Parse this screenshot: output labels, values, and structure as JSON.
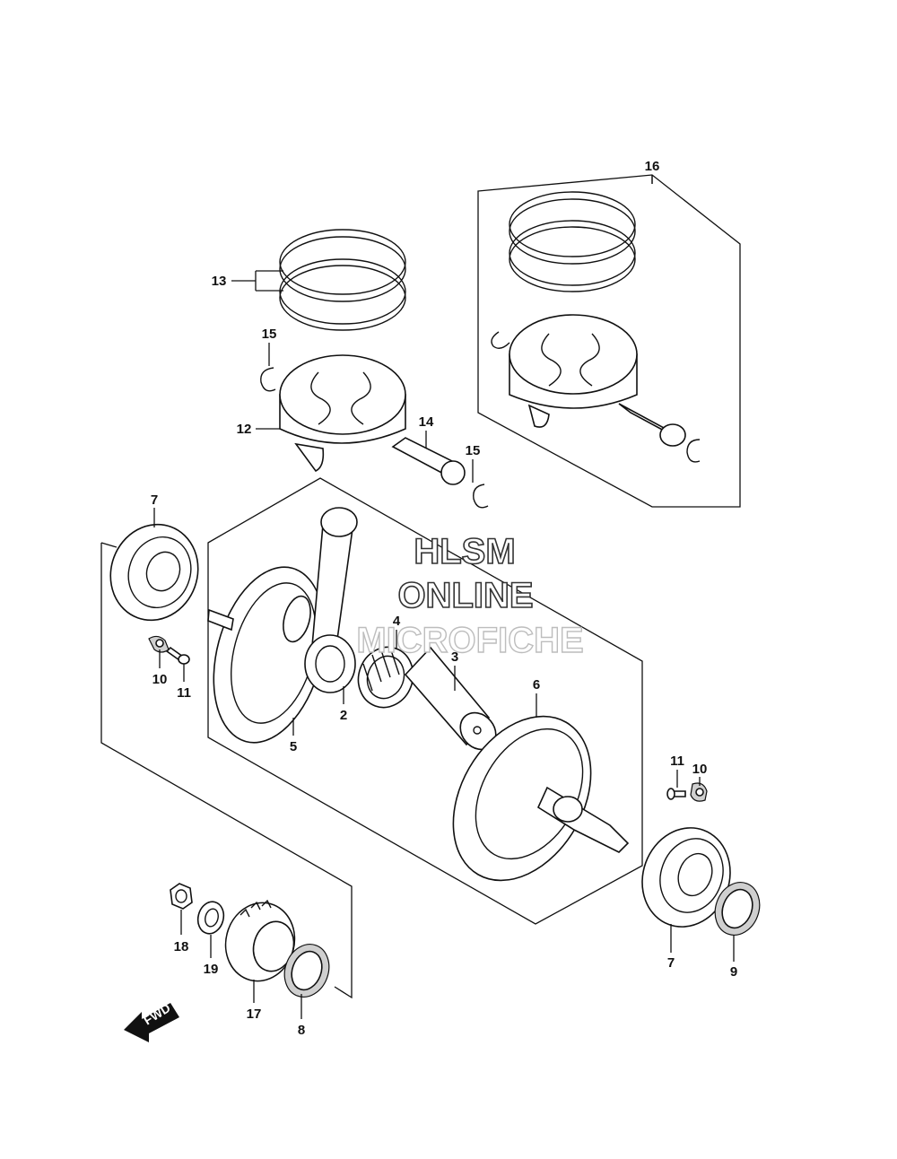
{
  "watermark": {
    "line1": "HLSM",
    "line2": "ONLINE",
    "line3": "MICROFICHE"
  },
  "fwd_arrow": {
    "label": "FWD"
  },
  "callouts": {
    "c2": "2",
    "c3": "3",
    "c4": "4",
    "c5": "5",
    "c6": "6",
    "c7a": "7",
    "c7b": "7",
    "c8": "8",
    "c9": "9",
    "c10a": "10",
    "c10b": "10",
    "c11a": "11",
    "c11b": "11",
    "c12": "12",
    "c13": "13",
    "c14": "14",
    "c15a": "15",
    "c15b": "15",
    "c16": "16",
    "c17": "17",
    "c18": "18",
    "c19": "19"
  }
}
